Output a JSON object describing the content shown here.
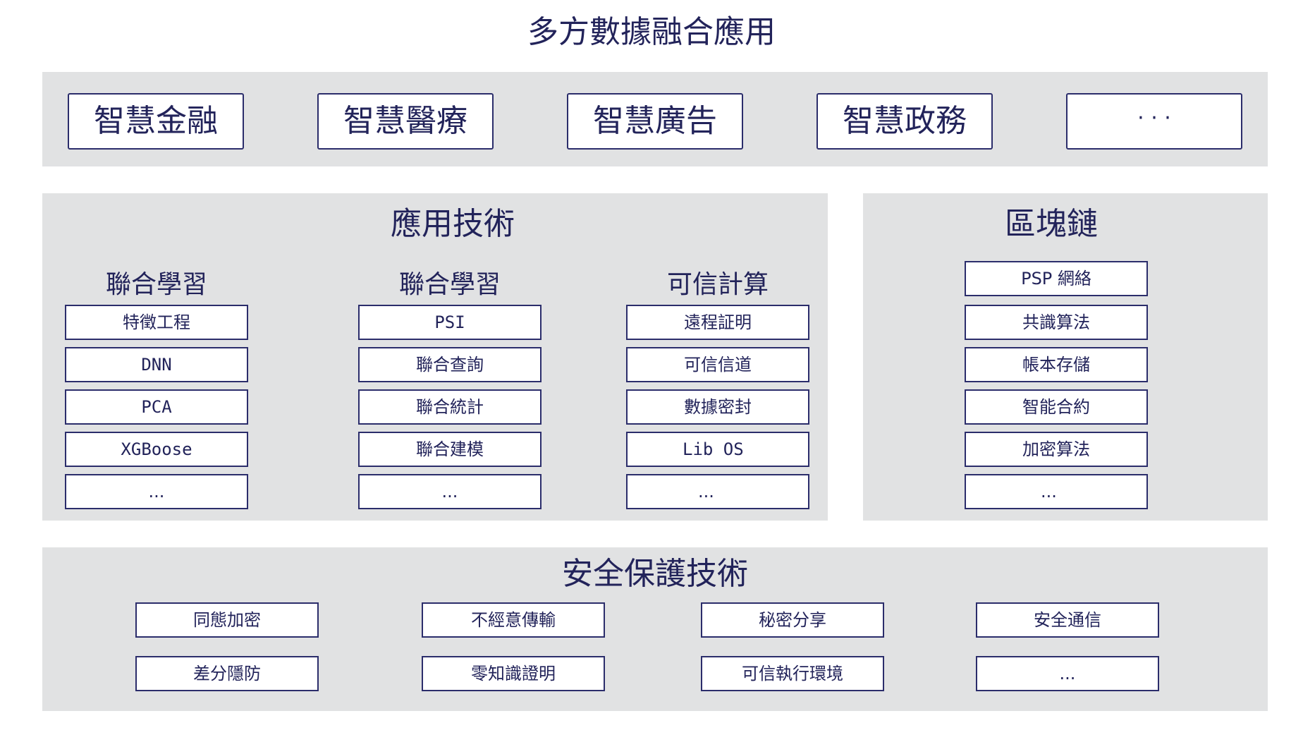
{
  "main_title": "多方數據融合應用",
  "applications": [
    "智慧金融",
    "智慧醫療",
    "智慧廣告",
    "智慧政務",
    "· · ·"
  ],
  "app_tech": {
    "title": "應用技術",
    "columns": [
      {
        "title": "聯合學習",
        "items": [
          "特徵工程",
          "DNN",
          "PCA",
          "XGBoose",
          "..."
        ]
      },
      {
        "title": "聯合學習",
        "items": [
          "PSI",
          "聯合查詢",
          "聯合統計",
          "聯合建模",
          "..."
        ]
      },
      {
        "title": "可信計算",
        "items": [
          "遠程証明",
          "可信信道",
          "數據密封",
          "Lib OS",
          "..."
        ]
      }
    ]
  },
  "blockchain": {
    "title": "區塊鏈",
    "items": [
      "PSP 網絡",
      "共識算法",
      "帳本存儲",
      "智能合約",
      "加密算法",
      "..."
    ]
  },
  "security": {
    "title": "安全保護技術",
    "items": [
      "同態加密",
      "不經意傳輸",
      "秘密分享",
      "安全通信",
      "差分隱防",
      "零知識證明",
      "可信執行環境",
      "..."
    ]
  },
  "colors": {
    "panel_bg": "#e1e2e3",
    "border": "#2b2d6b",
    "text": "#22235a"
  }
}
